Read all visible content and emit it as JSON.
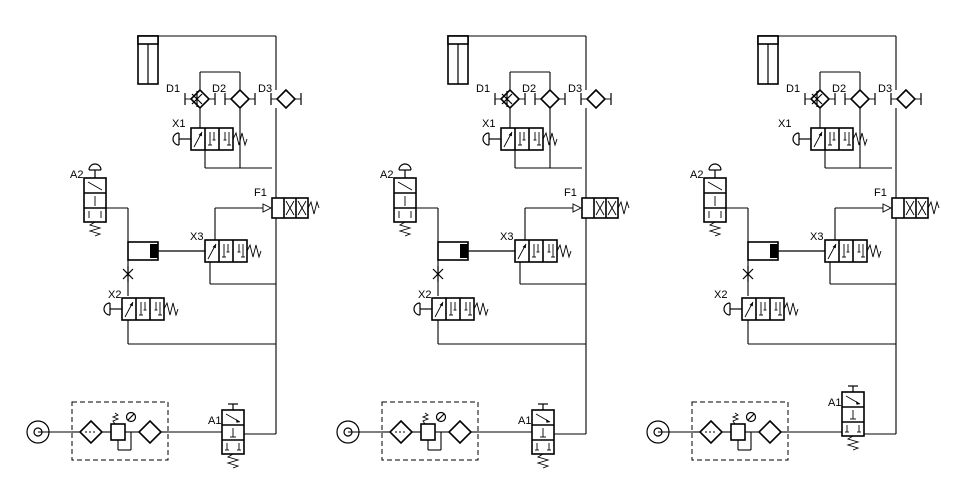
{
  "circuits": [
    {
      "cylinder": "",
      "labels": {
        "D1": "D1",
        "D2": "D2",
        "D3": "D3",
        "X1": "X1",
        "X2": "X2",
        "X3": "X3",
        "A1": "A1",
        "A2": "A2",
        "F1": "F1"
      },
      "a1_variant": "normal"
    },
    {
      "cylinder": "",
      "labels": {
        "D1": "D1",
        "D2": "D2",
        "D3": "D3",
        "X1": "X1",
        "X2": "X2",
        "X3": "X3",
        "A1": "A1",
        "A2": "A2",
        "F1": "F1"
      },
      "a1_variant": "normal"
    },
    {
      "cylinder": "",
      "labels": {
        "D1": "D1",
        "D2": "D2",
        "D3": "D3",
        "X1": "X1",
        "X2": "X2",
        "X3": "X3",
        "A1": "A1",
        "A2": "A2",
        "F1": "F1"
      },
      "a1_variant": "shifted"
    }
  ]
}
